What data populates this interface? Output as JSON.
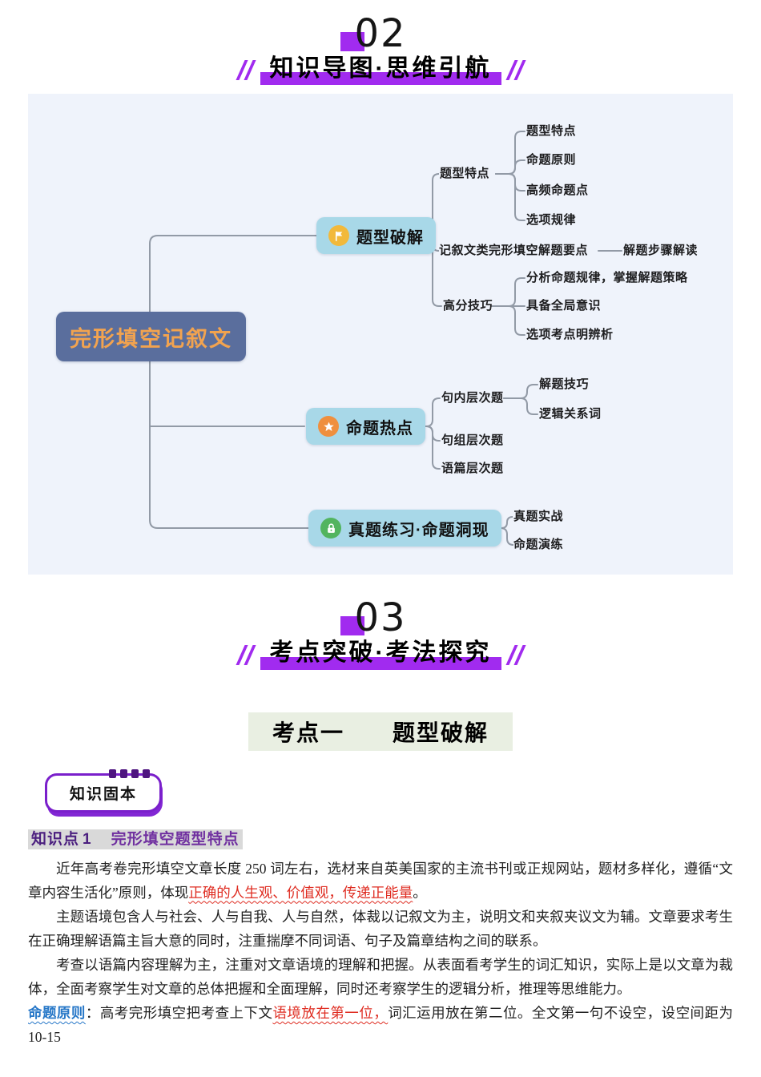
{
  "header02": {
    "number": "02",
    "title": "知识导图·思维引航"
  },
  "header03": {
    "number": "03",
    "title": "考点突破·考法探究"
  },
  "mindmap": {
    "root": "完形填空记叙文",
    "branches": [
      {
        "label": "题型破解",
        "icon": "flag-icon",
        "children": [
          {
            "label": "题型特点",
            "children": [
              {
                "label": "题型特点"
              },
              {
                "label": "命题原则"
              },
              {
                "label": "高频命题点"
              },
              {
                "label": "选项规律"
              }
            ]
          },
          {
            "label": "记叙文类完形填空解题要点",
            "children": [
              {
                "label": "解题步骤解读"
              }
            ]
          },
          {
            "label": "高分技巧",
            "children": [
              {
                "label": "分析命题规律，掌握解题策略"
              },
              {
                "label": "具备全局意识"
              },
              {
                "label": "选项考点明辨析"
              }
            ]
          }
        ]
      },
      {
        "label": "命题热点",
        "icon": "star-icon",
        "children": [
          {
            "label": "句内层次题",
            "children": [
              {
                "label": "解题技巧"
              },
              {
                "label": "逻辑关系词"
              }
            ]
          },
          {
            "label": "句组层次题"
          },
          {
            "label": "语篇层次题"
          }
        ]
      },
      {
        "label": "真题练习·命题洞现",
        "icon": "lock-icon",
        "children": [
          {
            "label": "真题实战"
          },
          {
            "label": "命题演练"
          }
        ]
      }
    ]
  },
  "exam_point": {
    "label": "考点一　　题型破解"
  },
  "badge": {
    "label": "知识固本"
  },
  "knowledge_point": {
    "prefix": "知识点",
    "number": "1",
    "title": "完形填空题型特点"
  },
  "article": {
    "paragraphs": [
      {
        "indent": true,
        "segments": [
          {
            "t": "近年高考卷完形填空文章长度 250 词左右，选材来自英美国家的主流书刊或正规网站，题材多样化，遵循“文章内容生活化”原则，体现",
            "s": "normal"
          },
          {
            "t": "正确的人生观、价值观，传递正能量",
            "s": "red"
          },
          {
            "t": "。",
            "s": "normal"
          }
        ]
      },
      {
        "indent": true,
        "segments": [
          {
            "t": "主题语境包含人与社会、人与自我、人与自然，体裁以记叙文为主，说明文和夹叙夹议文为辅。文章要求考生在正确理解语篇主旨大意的同时，注重揣摩不同词语、句子及篇章结构之间的联系。",
            "s": "normal"
          }
        ]
      },
      {
        "indent": true,
        "segments": [
          {
            "t": "考查以语篇内容理解为主，注重对文章语境的理解和把握。从表面看考学生的词汇知识，实际上是以文章为裁体，全面考察学生对文章的总体把握和全面理解，同时还考察学生的逻辑分析，推理等思维能力。",
            "s": "normal"
          }
        ]
      },
      {
        "indent": false,
        "segments": [
          {
            "t": "命题原则",
            "s": "blue"
          },
          {
            "t": "：高考完形填空把考查上下文",
            "s": "normal"
          },
          {
            "t": "语境放在第一位，",
            "s": "red"
          },
          {
            "t": "词汇运用放在第二位。全文第一句不设空，设空间距为 10-15",
            "s": "normal"
          }
        ]
      }
    ]
  },
  "colors": {
    "accent_purple": "#A12BEF",
    "map_background": "#EFF3FB",
    "root_node_bg": "#5A6E9D",
    "root_node_text": "#F2A34F",
    "branch_node_bg": "#A8D8E8",
    "flag_icon_bg": "#F2B93B",
    "star_icon_bg": "#EF8F3E",
    "lock_icon_bg": "#52B45F",
    "exam_heading_bg": "#E9EFE2",
    "knowledge_point_purple": "#7030A0",
    "emphasis_red": "#DF2D22",
    "emphasis_blue": "#2878C8"
  }
}
